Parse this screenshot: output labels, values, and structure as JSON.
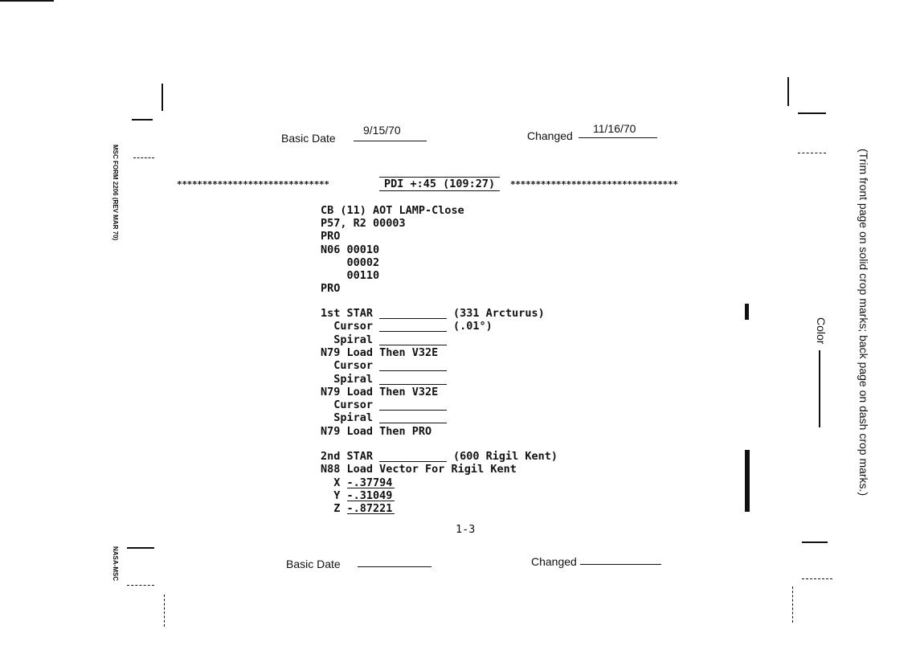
{
  "header": {
    "basic_date_label": "Basic Date",
    "basic_date_value": "9/15/70",
    "changed_label": "Changed",
    "changed_value": "11/16/70"
  },
  "section": {
    "stars_left": "******************************",
    "title": "PDI +:45 (109:27)",
    "stars_right": "*********************************"
  },
  "block1": [
    "CB (11) AOT LAMP-Close",
    "P57, R2 00003",
    "PRO",
    "N06 00010",
    "    00002",
    "    00110",
    "PRO"
  ],
  "block2": [
    {
      "text": "1st STAR",
      "note": "(331 Arcturus)"
    },
    {
      "text": "  Cursor",
      "note": "(.01°)"
    },
    {
      "text": "  Spiral"
    },
    {
      "text": "N79 Load Then V32E"
    },
    {
      "text": "  Cursor"
    },
    {
      "text": "  Spiral"
    },
    {
      "text": "N79 Load Then V32E"
    },
    {
      "text": "  Cursor"
    },
    {
      "text": "  Spiral"
    },
    {
      "text": "N79 Load Then PRO"
    }
  ],
  "block3": [
    {
      "text": "2nd STAR",
      "note": "(600 Rigil Kent)"
    },
    {
      "text": "N88 Load Vector For Rigil Kent"
    },
    {
      "text": "  X -.37794"
    },
    {
      "text": "  Y -.31049"
    },
    {
      "text": "  Z -.87221"
    }
  ],
  "page_number": "1-3",
  "footer": {
    "basic_date_label": "Basic Date",
    "changed_label": "Changed"
  },
  "margin": {
    "form_id": "MSC FORM 2206 (REV MAR 70)",
    "org": "NASA-MSC",
    "trim_note": "(Trim front page on solid crop marks; back page on dash crop marks.)",
    "color_label": "Color"
  }
}
